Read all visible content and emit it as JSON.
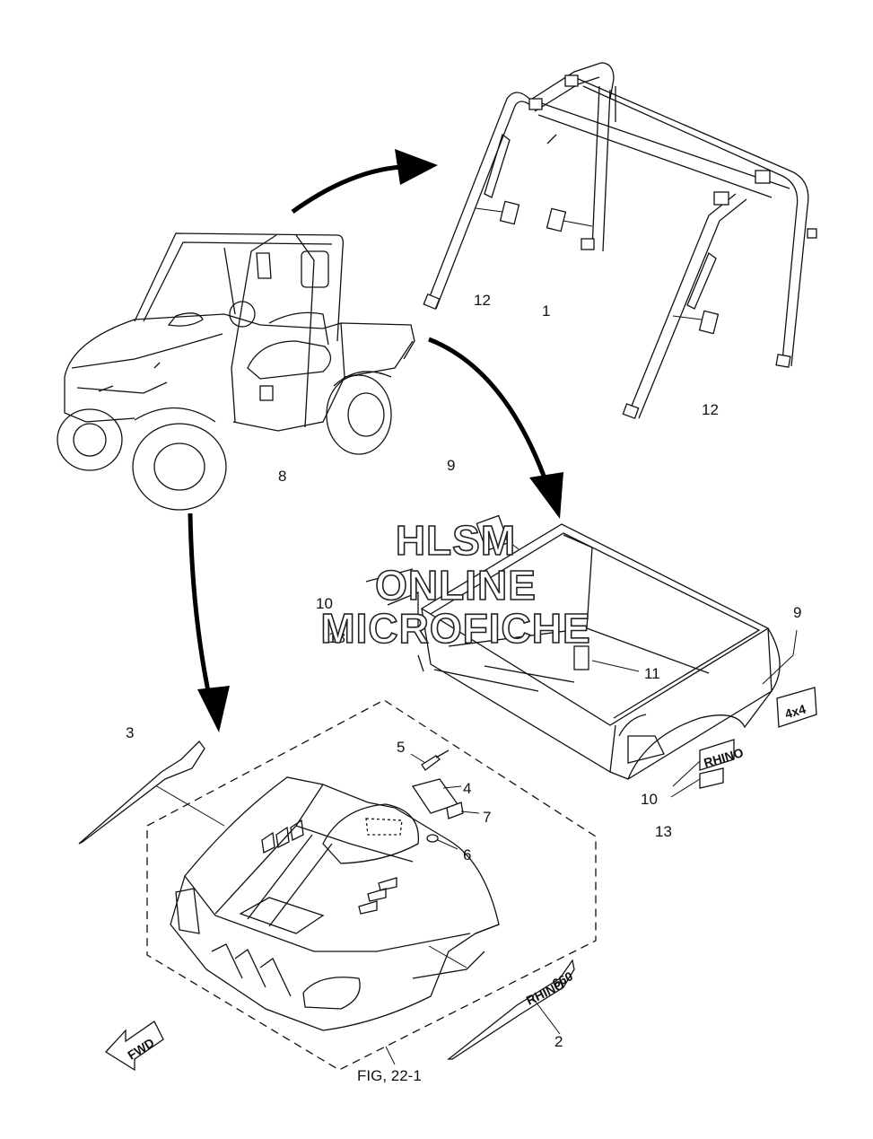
{
  "watermark": {
    "line1": "HLSM",
    "line2": "ONLINE",
    "line3": "MICROFICHE"
  },
  "figure_ref": "FIG, 22-1",
  "fwd_label": "FWD",
  "callouts": {
    "c1": "1",
    "c2": "2",
    "c3": "3",
    "c4": "4",
    "c5": "5",
    "c6": "6",
    "c7": "7",
    "c8": "8",
    "c9a": "9",
    "c9b": "9",
    "c10a": "10",
    "c10b": "10",
    "c11": "11",
    "c12a": "12",
    "c12b": "12",
    "c13a": "13",
    "c13b": "13"
  },
  "decals": {
    "brand_text": "RHINO",
    "brand_sub": "660",
    "badge_4x4": "4x4",
    "rear_brand": "RHINO"
  }
}
